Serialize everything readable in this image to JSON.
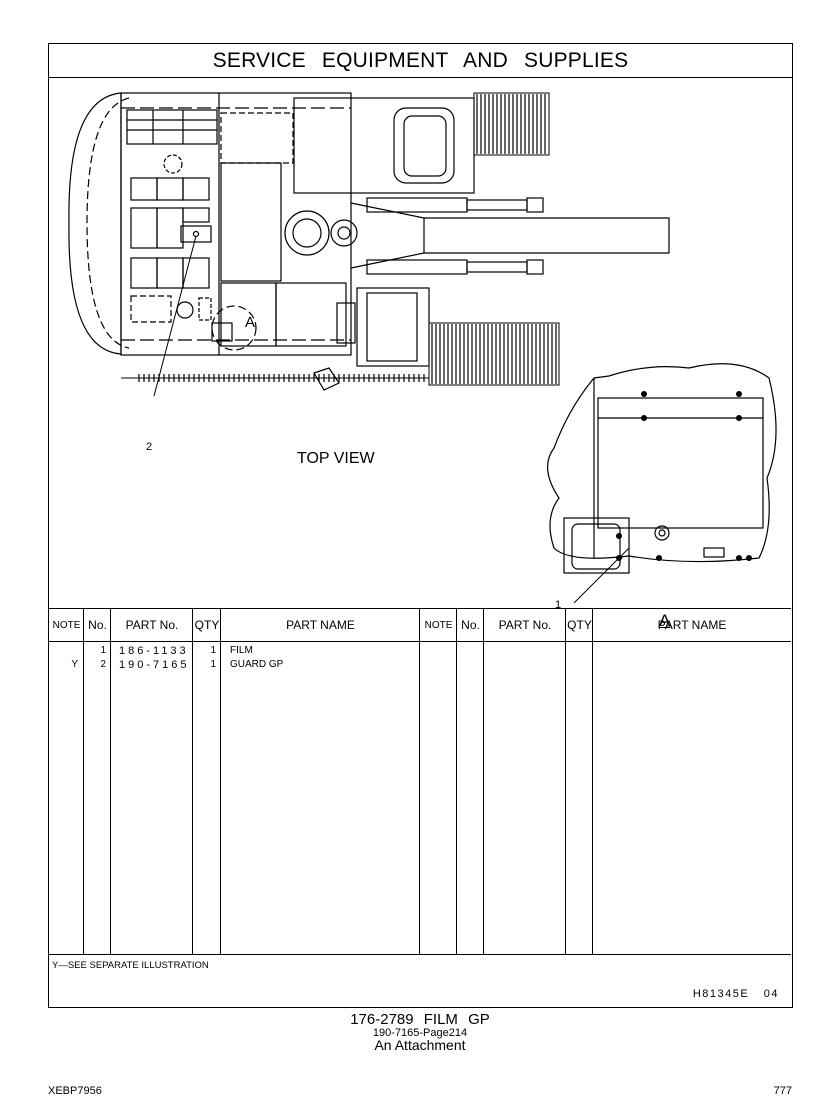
{
  "header": {
    "title": "SERVICE EQUIPMENT AND SUPPLIES"
  },
  "illustration": {
    "main_view_label": "TOP VIEW",
    "detail_label": "A",
    "detail_marker": "A",
    "callouts": [
      "1",
      "2"
    ]
  },
  "table": {
    "columns": [
      "NOTE",
      "No.",
      "PART No.",
      "QTY",
      "PART NAME"
    ],
    "rows": [
      {
        "note": "",
        "no": "1",
        "part_no": "186-1133",
        "qty": "1",
        "part_name": "FILM"
      },
      {
        "note": "Y",
        "no": "2",
        "part_no": "190-7165",
        "qty": "1",
        "part_name": "GUARD GP"
      }
    ]
  },
  "footer_note": {
    "legend": "Y—SEE SEPARATE ILLUSTRATION",
    "drawing_code": "H81345E  04"
  },
  "caption": {
    "line1": "176-2789  FILM  GP",
    "line2": "190-7165-Page214",
    "line3": "An Attachment"
  },
  "page": {
    "doc_id": "XEBP7956",
    "page_number": "777"
  }
}
